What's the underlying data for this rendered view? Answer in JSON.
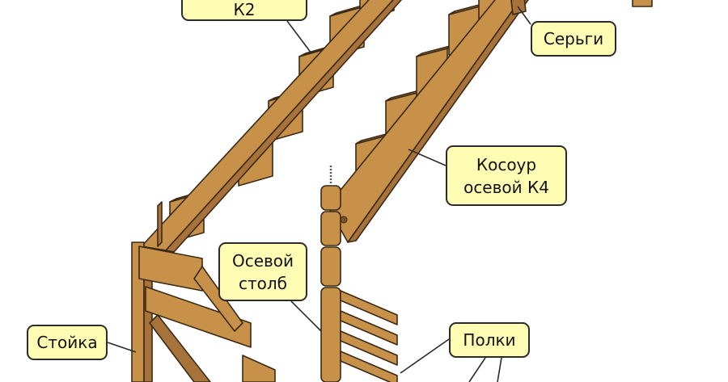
{
  "colors": {
    "wood_face": "#c8914a",
    "wood_side": "#a8733a",
    "wood_edge": "#3a2a15",
    "callout_fill": "#fffcb3",
    "callout_border": "#2b2b2b",
    "leader": "#2b2b2b"
  },
  "labels": {
    "k2": [
      "К2"
    ],
    "earrings": [
      "Серьги"
    ],
    "stringer": [
      "Косоур",
      "осевой К4"
    ],
    "axial_post": [
      "Осевой",
      "столб"
    ],
    "post": [
      "Стойка"
    ],
    "shelves": [
      "Полки"
    ]
  }
}
